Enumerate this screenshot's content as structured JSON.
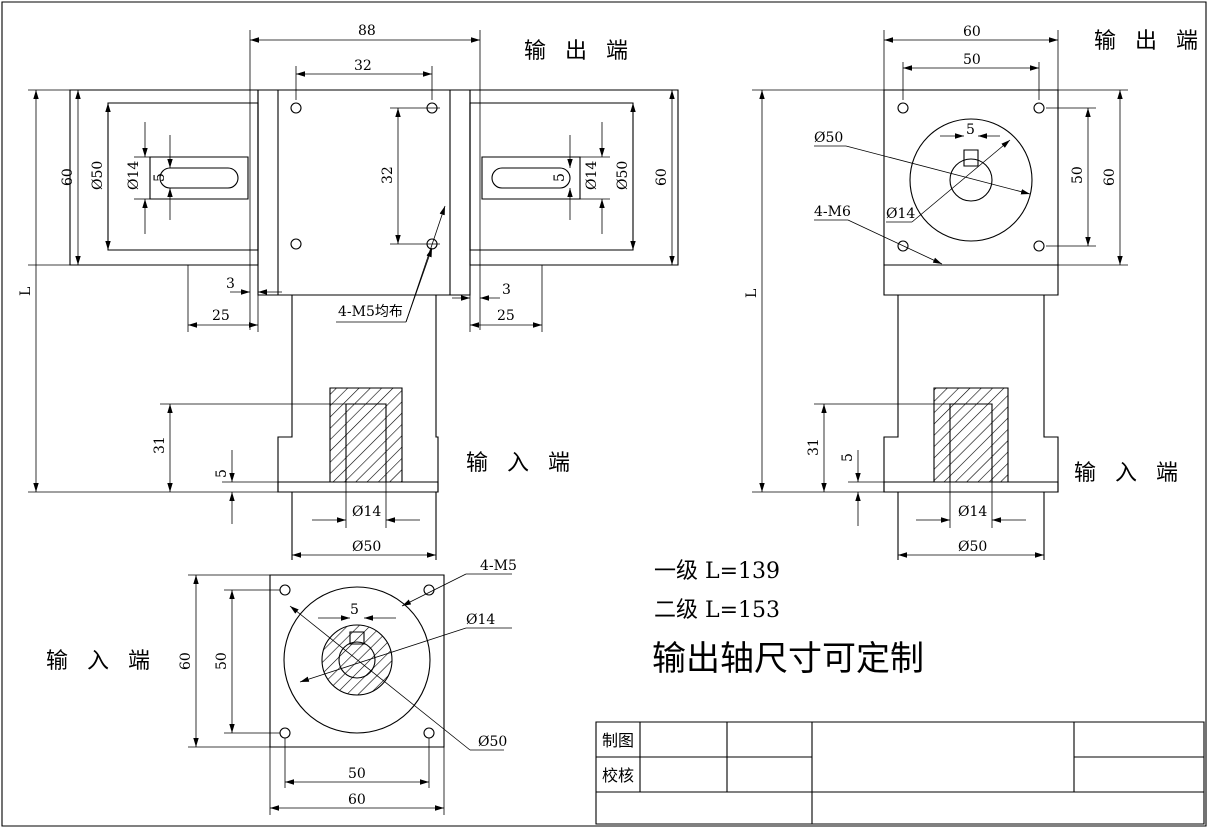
{
  "labels": {
    "output_end": "输 出 端",
    "input_end": "输 入 端"
  },
  "notes": {
    "stage1": "一级 L=139",
    "stage2": "二级 L=153",
    "custom": "输出轴尺寸可定制"
  },
  "title_block": {
    "drawn": "制图",
    "checked": "校核"
  },
  "front_view": {
    "width_88": "88",
    "bolt_32": "32",
    "bolt_32_v": "32",
    "height_60_left": "60",
    "dia50_left": "Ø50",
    "dia14_left": "Ø14",
    "key5_left": "5",
    "height_60_right": "60",
    "dia50_right": "Ø50",
    "dia14_right": "Ø14",
    "key5_right": "5",
    "gap3_left": "3",
    "gap3_right": "3",
    "len25_left": "25",
    "len25_right": "25",
    "holes": "4-M5均布",
    "total_L": "L",
    "depth31": "31",
    "flange5": "5",
    "bore14": "Ø14",
    "flange50": "Ø50"
  },
  "side_view": {
    "width60": "60",
    "bolt50": "50",
    "dia50": "Ø50",
    "holes": "4-M6",
    "dia14": "Ø14",
    "key5": "5",
    "bolt50_v": "50",
    "height60": "60",
    "total_L": "L",
    "depth31": "31",
    "flange5": "5",
    "bore14": "Ø14",
    "flange50": "Ø50"
  },
  "input_view": {
    "holes": "4-M5",
    "key5": "5",
    "dia14": "Ø14",
    "dia50": "Ø50",
    "height60": "60",
    "bolt50_v": "50",
    "bolt50_h": "50",
    "width60": "60"
  }
}
